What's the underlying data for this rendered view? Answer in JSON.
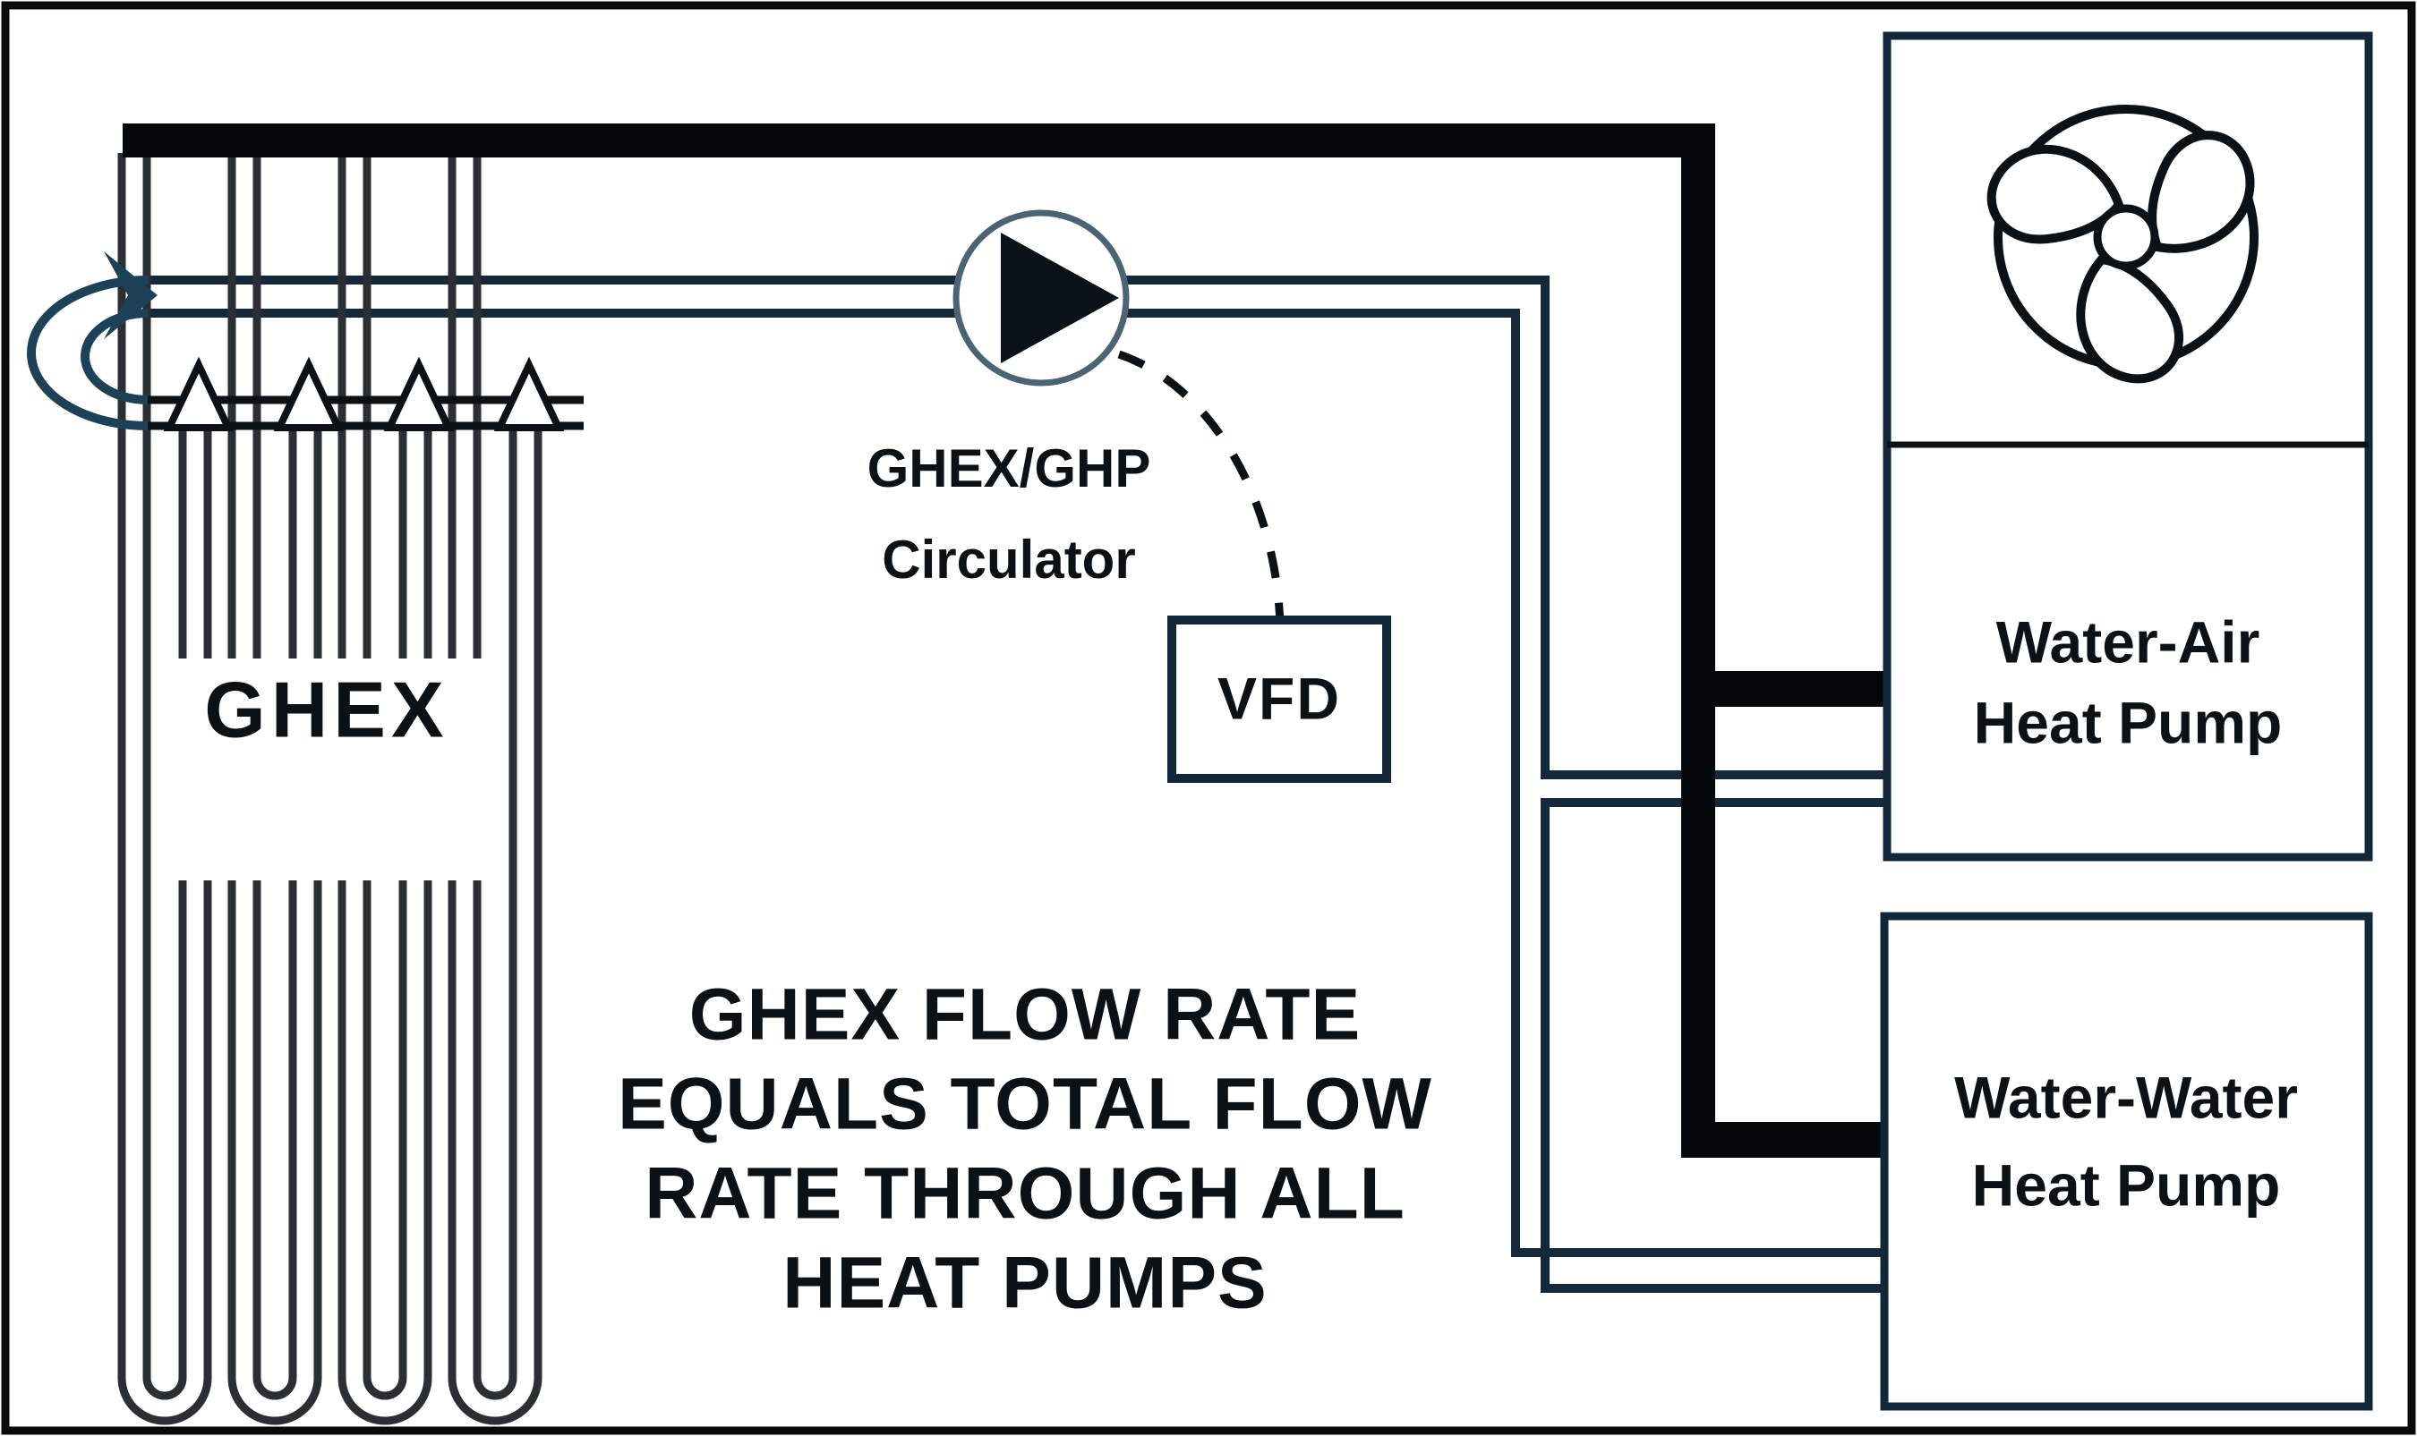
{
  "diagram": {
    "title_implicit": "GHEX / heat-pump flow schematic",
    "ghex": {
      "label": "GHEX"
    },
    "circulator": {
      "label_line1": "GHEX/GHP",
      "label_line2": "Circulator"
    },
    "vfd": {
      "label": "VFD"
    },
    "note": {
      "line1": "GHEX FLOW RATE",
      "line2": "EQUALS TOTAL FLOW",
      "line3": "RATE THROUGH ALL",
      "line4": "HEAT PUMPS"
    },
    "water_air": {
      "line1": "Water-Air",
      "line2": "Heat Pump"
    },
    "water_water": {
      "line1": "Water-Water",
      "line2": "Heat Pump"
    },
    "icons": [
      "fan-icon",
      "pump-impeller-icon",
      "flow-direction-arrow-icon",
      "loop-connection-triangle-icon"
    ],
    "colors": {
      "background": "#ffffff",
      "border": "#0a0a0a",
      "supply_pipe": "#05080b",
      "return_pipe": "#16293b",
      "arrow": "#1d4156",
      "box_border": "#12283a",
      "ink": "#0c1116",
      "field_lines": "#2b2f34",
      "circulator_ring": "#4a6472"
    }
  }
}
